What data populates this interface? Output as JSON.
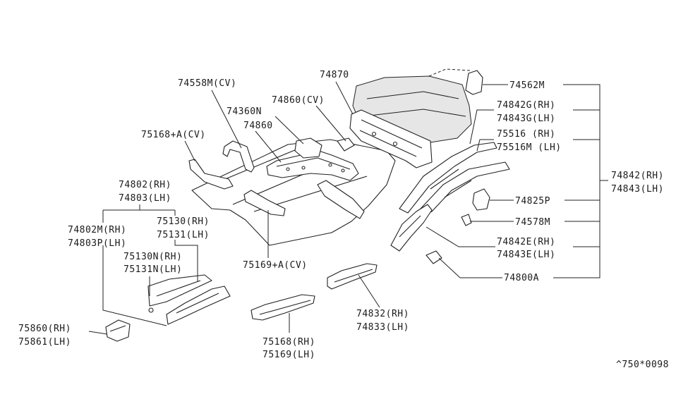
{
  "diagram": {
    "labels": {
      "p74558M": "74558M(CV)",
      "p74870": "74870",
      "p74562M": "74562M",
      "p74860cv": "74860(CV)",
      "p74360N": "74360N",
      "p74860": "74860",
      "p75168A": "75168+A(CV)",
      "p74842G": "74842G(RH)",
      "p74843G": "74843G(LH)",
      "p75516": "75516   (RH)",
      "p75516M": "75516M (LH)",
      "p74842": "74842(RH)",
      "p74843": "74843(LH)",
      "p74802": "74802(RH)",
      "p74803": "74803(LH)",
      "p74825P": "74825P",
      "p74802M": "74802M(RH)",
      "p74803P": "74803P(LH)",
      "p75130": "75130(RH)",
      "p75131": "75131(LH)",
      "p74578M": "74578M",
      "p75130N": "75130N(RH)",
      "p75131N": "75131N(LH)",
      "p74842E": "74842E(RH)",
      "p74843E": "74843E(LH)",
      "p75169A": "75169+A(CV)",
      "p74800A": "74800A",
      "p74832": "74832(RH)",
      "p74833": "74833(LH)",
      "p75860": "75860(RH)",
      "p75861": "75861(LH)",
      "p75168": "75168(RH)",
      "p75169": "75169(LH)",
      "ref": "^750*0098"
    }
  }
}
